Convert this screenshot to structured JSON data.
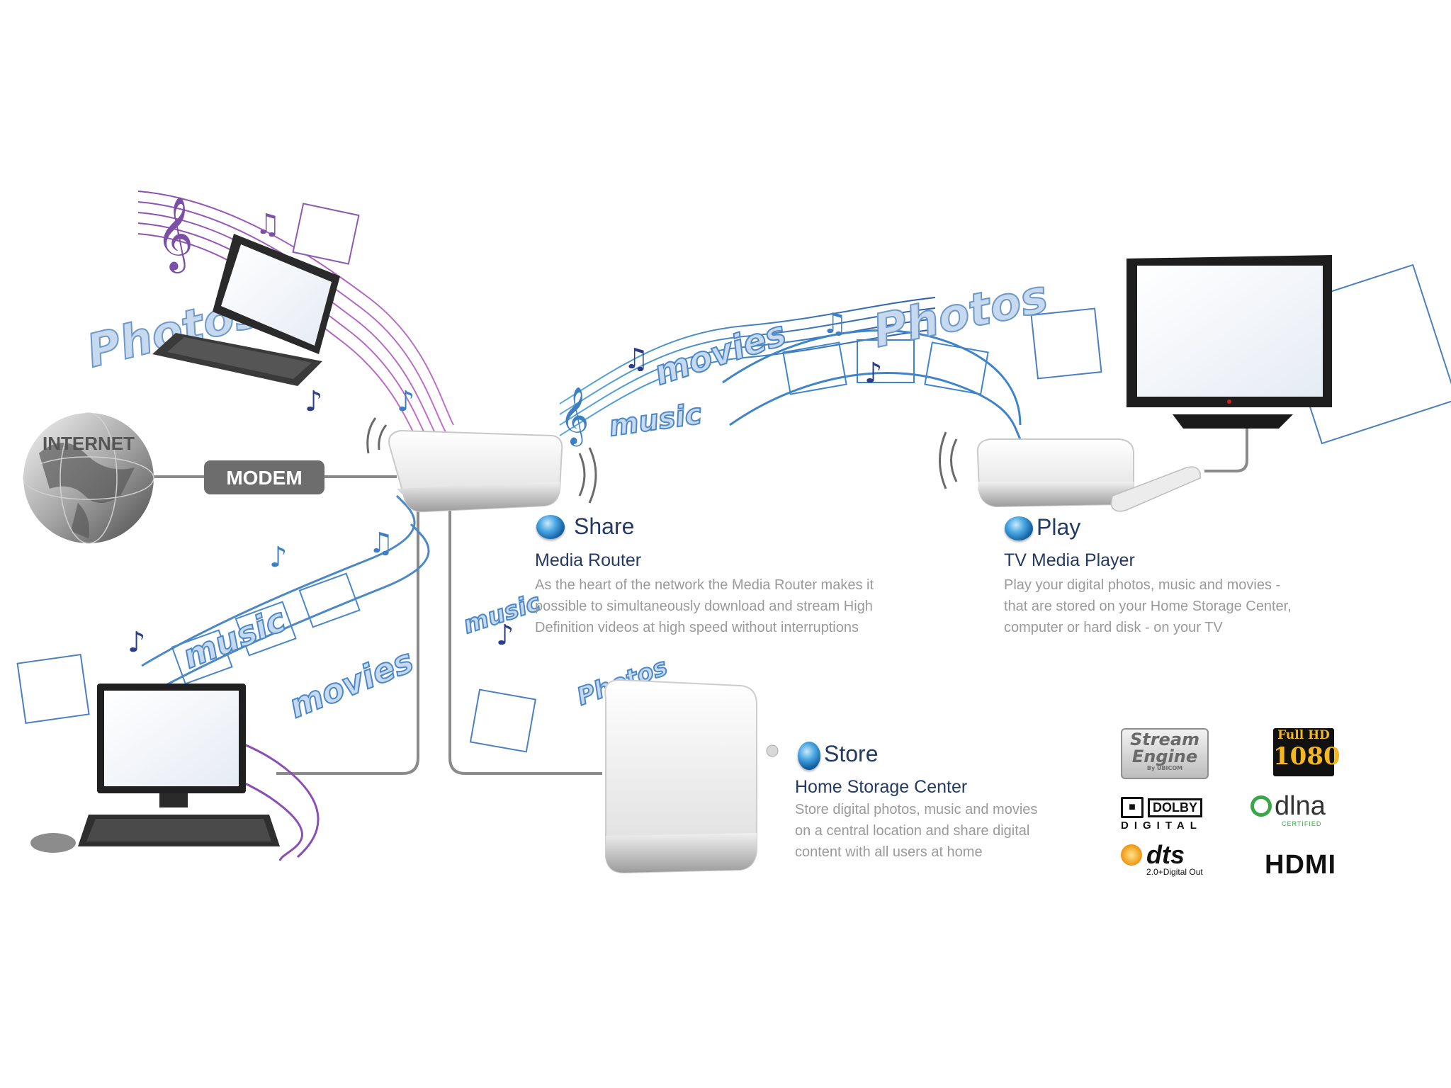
{
  "network": {
    "internet_label": "INTERNET",
    "modem_label": "MODEM"
  },
  "doodles": {
    "photos": "Photos",
    "movies": "movies",
    "music": "music"
  },
  "sections": {
    "share": {
      "title": "Share",
      "device": "Media Router",
      "lines": [
        "As the heart of the network the Media Router makes it",
        "possible to simultaneously download and stream High",
        "Definition videos at high speed without interruptions"
      ]
    },
    "play": {
      "title": "Play",
      "device": "TV Media Player",
      "lines": [
        "Play your digital photos, music and movies -",
        "that are stored on your Home Storage Center,",
        "computer or hard disk - on your TV"
      ]
    },
    "store": {
      "title": "Store",
      "device": "Home Storage Center",
      "lines": [
        "Store digital photos, music and movies",
        "on a central location and share digital",
        "content with all users at home"
      ]
    }
  },
  "logos": {
    "stream_engine": {
      "line1": "Stream",
      "line2": "Engine",
      "by": "By UBICOM"
    },
    "full_hd": {
      "line1": "Full HD",
      "line2": "1080"
    },
    "dolby": {
      "brand": "DOLBY",
      "sub": "DIGITAL"
    },
    "dlna": {
      "brand": "dlna",
      "sub": "CERTIFIED"
    },
    "dts": {
      "brand": "dts",
      "sub": "2.0+Digital Out"
    },
    "hdmi": "HDMI"
  },
  "colors": {
    "title": "#243a63",
    "body": "#9a9a9a",
    "modem_bg": "#6d6d6d",
    "doodle_blue": "#3d7fc4",
    "doodle_purple": "#7b4fa6",
    "connector": "#8a8a8a"
  }
}
